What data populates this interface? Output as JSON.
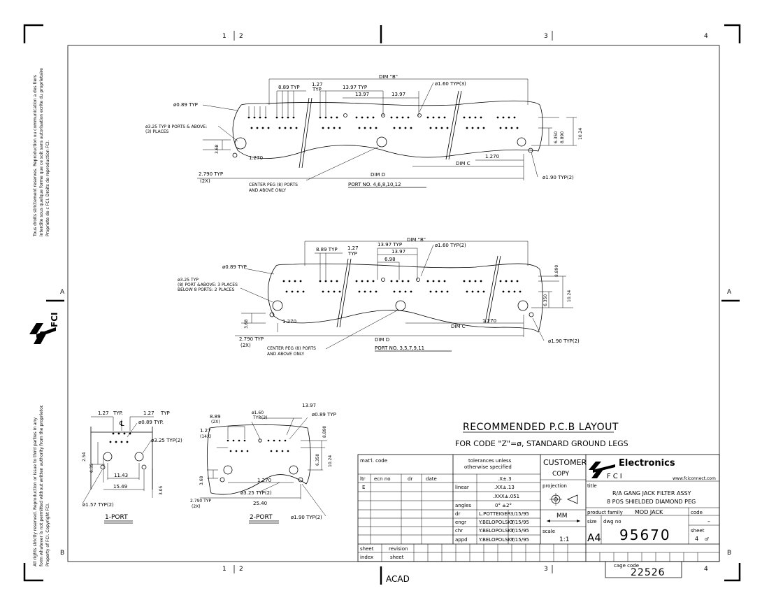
{
  "frame": {
    "zones_top": [
      "1",
      "2",
      "3",
      "4"
    ],
    "zones_bottom": [
      "1",
      "2",
      "3",
      "4"
    ],
    "zones_side": [
      "A",
      "B"
    ],
    "side_notice_fr": [
      "Tous droits strictement reserves. Reproduction ou communication a des tiers",
      "interdite sous quelque forme que ce soit sans autorisation ecrite du proprietaire",
      "Propriete de c FCI. Droits de reproduction FCI."
    ],
    "side_notice_en": [
      "All rights strictly reserved. Reproduction or issue to third parties in any",
      "form whatever is not permitted without written authority from the proprietor.",
      "Property of FCI. Copyright FCI."
    ],
    "side_logo_text": "FCI",
    "acad_label": "ACAD"
  },
  "view_top": {
    "dim_b": "DIM \"B\"",
    "d_889": "8.89 TYP",
    "d_127": "1.27",
    "d_127_typ": "TYP",
    "d_1397_typ": "13.97 TYP",
    "d_1397_a": "13.97",
    "d_1397_b": "13.97",
    "d_160": "ø1.60 TYP(3)",
    "d_089": "ø0.89 TYP",
    "d_325": "ø3.25 TYP 8 PORTS & ABOVE:",
    "d_325_b": "(3) PLACES",
    "d_368": "3.68",
    "d_1270_a": "1.270",
    "d_1270_b": "1.270",
    "dim_c": "DIM C",
    "dim_d": "DIM D",
    "d_2790": "2.790 TYP",
    "d_2x": "(2X)",
    "d_6350": "6.350",
    "d_8890": "8.890",
    "d_1024": "10.24",
    "d_190": "ø1.90 TYP(2)",
    "center_peg_1": "CENTER PEG (8) PORTS",
    "center_peg_2": "AND ABOVE ONLY",
    "port_label": "PORT NO. 4,6,8,10,12"
  },
  "view_mid": {
    "dim_b": "DIM \"B\"",
    "d_889": "8.89 TYP",
    "d_127": "1.27",
    "d_127_typ": "TYP",
    "d_1397_typ": "13.97 TYP",
    "d_1397": "13.97",
    "d_698": "6.98",
    "d_160": "ø1.60 TYP(2)",
    "d_089": "ø0.89 TYP",
    "d_325_a": "ø3.25 TYP",
    "d_325_b": "(8) PORT &ABOVE: 3 PLACES",
    "d_325_c": "BELOW 8 PORTS: 2 PLACES",
    "d_8890": "8.890",
    "d_1024": "10.24",
    "d_6350": "6.350",
    "d_368": "3.68",
    "d_1270_a": "1.270",
    "d_1270_b": "1.270",
    "dim_c": "DIM C",
    "dim_d": "DIM D",
    "d_2790": "2.790 TYP",
    "d_2x": "(2X)",
    "d_190": "ø1.90 TYP(2)",
    "center_peg_1": "CENTER PEG (8) PORTS",
    "center_peg_2": "AND ABOVE ONLY",
    "port_label": "PORT NO. 3,5,7,9,11"
  },
  "view_1port": {
    "d_127_a": "1.27",
    "typ_a": "TYP.",
    "d_127_b": "1.27",
    "typ_b": "TYP",
    "d_089": "ø0.89 TYP.",
    "d_325": "ø3.25 TYP(2)",
    "d_254": "2.54",
    "d_635": "6.35",
    "d_1143": "11.43",
    "d_1549": "15.49",
    "d_305": "3.05",
    "d_157": "ø1.57 TYP(2)",
    "label": "1-PORT"
  },
  "view_2port": {
    "d_889": "8.89",
    "d_2x": "(2X)",
    "d_160": "ø1.60",
    "d_160_typ": "TYP.(3)",
    "d_1397": "13.97",
    "d_089": "ø0.89 TYP",
    "d_127": "1.27",
    "d_14x": "(14X)",
    "d_8890": "8.890",
    "d_1024": "10.24",
    "d_6350": "6.350",
    "d_368": "3.68",
    "d_1270": "1.270",
    "d_325": "ø3.25 TYP(2)",
    "d_2790": "2.790 TYP",
    "d_2x_b": "(2X)",
    "d_2540": "25.40",
    "d_190": "ø1.90 TYP(2)",
    "label": "2-PORT"
  },
  "titles": {
    "main": "RECOMMENDED P.C.B LAYOUT",
    "sub": "FOR CODE \"Z\"=ø, STANDARD GROUND LEGS"
  },
  "title_block": {
    "matl_code": "mat'l. code",
    "ltr": "ltr",
    "ecn_no": "ecn no",
    "dr_col": "dr",
    "date_col": "date",
    "rev_ltr": "E",
    "tolerances_1": "tolerances unless",
    "tolerances_2": "otherwise specified",
    "linear": "linear",
    "tol_x": ".X±.3",
    "tol_xx": ".XX±.13",
    "tol_xxx": ".XXX±.051",
    "angles": "angles",
    "tol_ang": "0° ±2°",
    "customer": "CUSTOMER",
    "copy": "COPY",
    "projection": "projection",
    "units": "MM",
    "scale_label": "scale",
    "scale": "1:1",
    "signoffs": [
      {
        "role": "dr",
        "name": "L.POTTEIGER",
        "date": "3/15/95"
      },
      {
        "role": "engr",
        "name": "Y.BELOPOLSKY",
        "date": "3/15/95"
      },
      {
        "role": "chr",
        "name": "Y.BELOPOLSKY",
        "date": "3/15/95"
      },
      {
        "role": "appd",
        "name": "Y.BELOPOLSKY",
        "date": "3/15/95"
      }
    ],
    "brand": "Electronics",
    "brand_fci": "FCI",
    "website": "www.fciconnect.com",
    "title_label": "title",
    "title_line1": "R/A GANG JACK FILTER ASSY",
    "title_line2": "8 POS SHIELDED DIAMOND PEG",
    "product_family_label": "product family",
    "product_family": "MOD JACK",
    "code_label": "code",
    "code_value": "–",
    "size_label": "size",
    "size": "A4",
    "dwg_no_label": "dwg no",
    "dwg_no": "95670",
    "sheet_label": "sheet",
    "sheet_value": "4",
    "sheet_of": "of",
    "sheet_col": "sheet",
    "revision_col": "revision",
    "index_col": "index",
    "sheet_col2": "sheet",
    "cage_code_label": "cage code",
    "cage_code": "22526"
  }
}
